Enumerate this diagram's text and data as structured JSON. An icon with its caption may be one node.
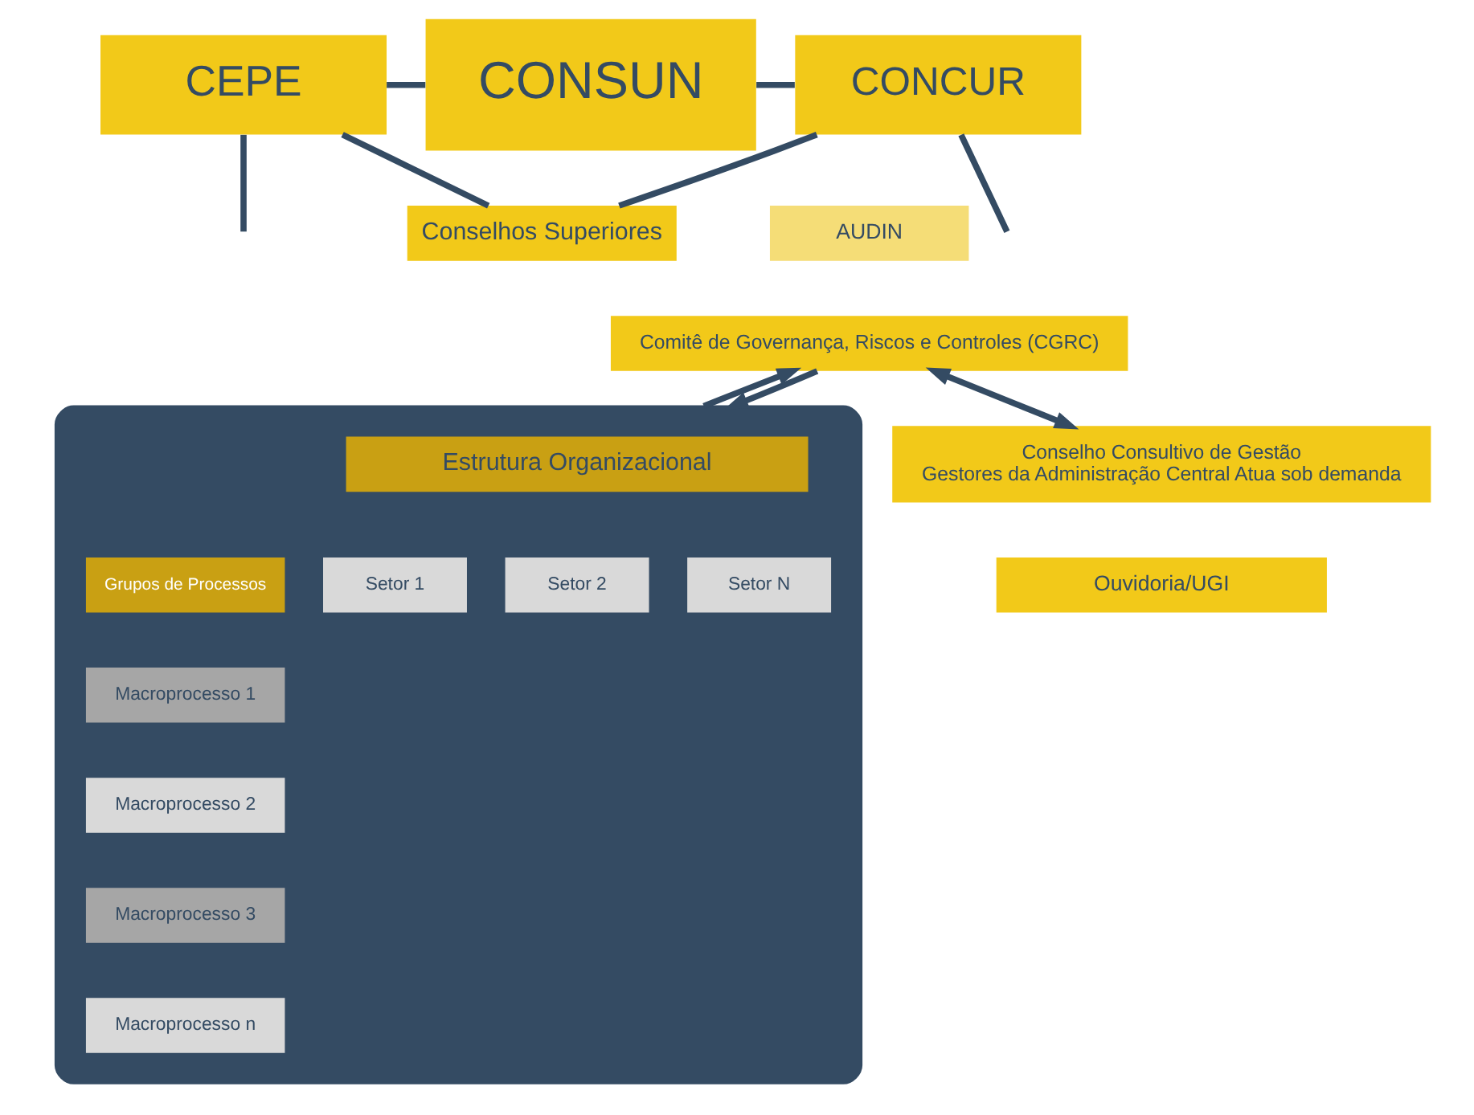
{
  "diagram": {
    "nodes": [
      {
        "text": [
          "Conselhos Superiores"
        ]
      },
      {
        "text": [
          "CEPE"
        ]
      },
      {
        "text": [
          "CONSUN"
        ]
      },
      {
        "text": [
          "CONCUR"
        ]
      },
      {
        "text": [
          "AUDIN"
        ]
      },
      {
        "text": [
          "Comitê de Governança, Riscos e Controles (CGRC)"
        ]
      },
      {
        "text": [],
        "shape": "box"
      },
      {
        "text": [
          "Estrutura Organizacional"
        ],
        "in": 6
      },
      {
        "text": [
          "Setor 1"
        ],
        "in": 6
      },
      {
        "text": [
          "Setor 2"
        ],
        "in": 6
      },
      {
        "text": [
          "Setor N"
        ],
        "in": 6
      },
      {
        "text": [
          "Grupos de Processos"
        ],
        "in": 6
      },
      {
        "text": [
          "Macroprocesso 1"
        ],
        "in": 6
      },
      {
        "text": [
          "Macroprocesso 2"
        ],
        "in": 6
      },
      {
        "text": [
          "Macroprocesso 3"
        ],
        "in": 6
      },
      {
        "text": [
          "Macroprocesso n"
        ],
        "in": 6
      },
      {
        "text": [
          "Conselho Consultivo de Gestão",
          "Gestores da Administração Central Atua sob demanda"
        ]
      },
      {
        "text": [
          "Ouvidoria/UGI"
        ]
      }
    ],
    "edges": [
      {
        "from": 1,
        "to": 0,
        "arrow": "none"
      },
      {
        "from": 3,
        "to": 0,
        "arrow": "none"
      },
      {
        "from": 1,
        "to": 2,
        "arrow": "none"
      },
      {
        "from": 2,
        "to": 3,
        "arrow": "none"
      },
      {
        "from": 1,
        "to": null,
        "arrow": "none"
      },
      {
        "from": 3,
        "to": null,
        "arrow": "none"
      },
      {
        "from": 5,
        "to": 6,
        "arrow": "to"
      },
      {
        "from": 6,
        "to": 5,
        "arrow": "to"
      },
      {
        "from": 5,
        "to": 16,
        "arrow": "both"
      }
    ]
  }
}
